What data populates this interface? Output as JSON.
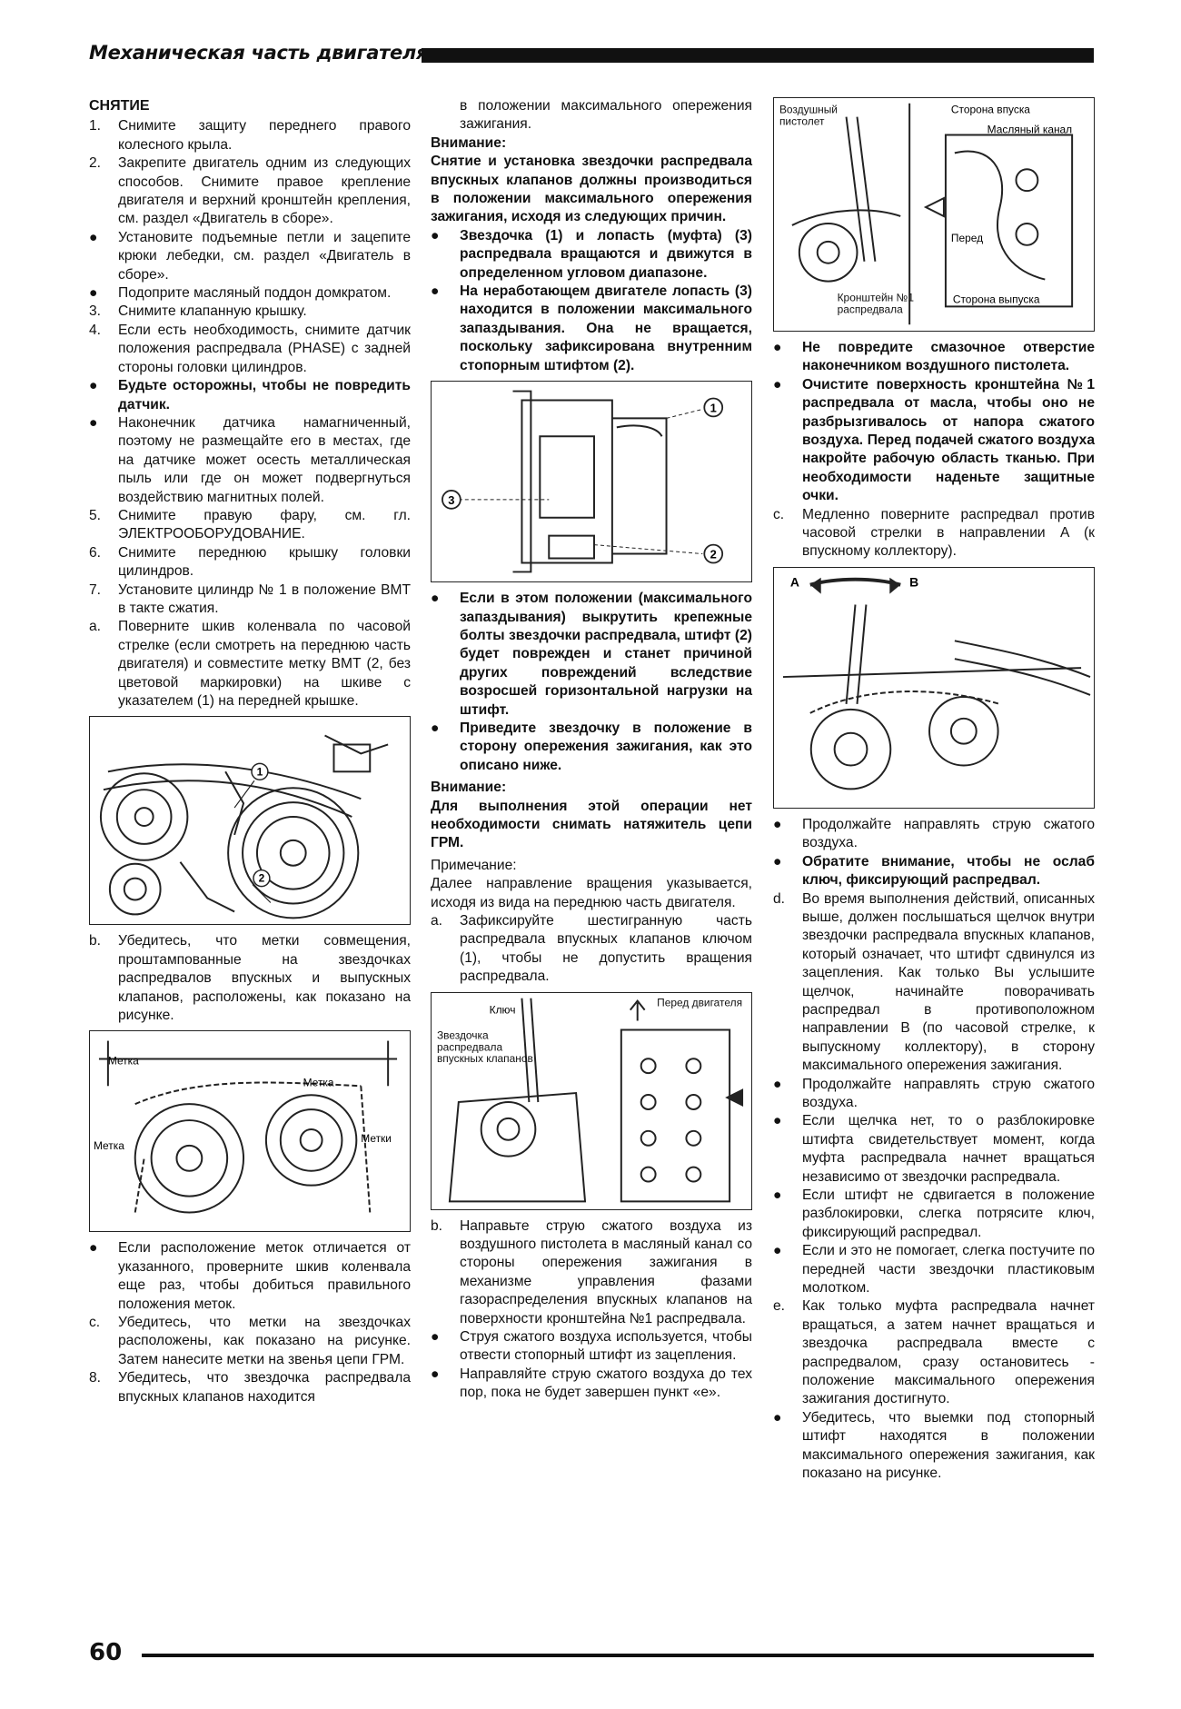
{
  "header": {
    "title": "Механическая часть двигателя"
  },
  "footer": {
    "page": "60"
  },
  "col1": {
    "heading": "СНЯТИЕ",
    "i1_m": "1.",
    "i1": "Снимите защиту переднего правого колесного крыла.",
    "i2_m": "2.",
    "i2": "Закрепите двигатель одним из следующих способов. Снимите правое крепление двигателя и верхний кронштейн крепления, см. раздел «Двигатель в сборе».",
    "i3": "Установите подъемные петли и зацепите крюки лебедки, см. раздел «Двигатель в сборе».",
    "i4": "Подоприте масляный поддон домкратом.",
    "i5_m": "3.",
    "i5": "Снимите клапанную крышку.",
    "i6_m": "4.",
    "i6": "Если есть необходимость, снимите датчик положения распредвала (PHASE) с задней стороны головки цилиндров.",
    "i7": "Будьте осторожны, чтобы не повредить датчик.",
    "i8": "Наконечник датчика намагниченный, поэтому не размещайте его в местах, где на датчике может осесть металлическая пыль или где он может подвергнуться воздействию магнитных полей.",
    "i9_m": "5.",
    "i9": "Снимите правую фару, см. гл. ЭЛЕКТРООБОРУДОВАНИЕ.",
    "i10_m": "6.",
    "i10": "Снимите переднюю крышку головки цилиндров.",
    "i11_m": "7.",
    "i11": "Установите цилиндр № 1 в положение ВМТ в такте сжатия.",
    "i12_m": "a.",
    "i12": "Поверните шкив коленвала по часовой стрелке (если смотреть на переднюю часть двигателя) и совместите метку ВМТ (2, без цветовой маркировки) на шкиве с указателем (1) на передней крышке.",
    "fig1_l1": "1",
    "fig1_l2": "2",
    "i13_m": "b.",
    "i13": "Убедитесь, что метки совмещения, проштампованные на звездочках распредвалов впускных и выпускных клапанов, расположены, как показано на рисунке.",
    "fig2_a": "Метка",
    "fig2_b": "Метка",
    "fig2_c": "Метка",
    "fig2_d": "Метки",
    "i14": "Если расположение меток отличается от указанного, проверните шкив коленвала еще раз, чтобы добиться правильного положения меток.",
    "i15_m": "c.",
    "i15": "Убедитесь, что метки на звездочках расположены, как показано на рисунке. Затем нанесите метки на звенья цепи ГРМ.",
    "i16_m": "8.",
    "i16": "Убедитесь, что звездочка распредвала впускных клапанов находится"
  },
  "col2": {
    "p1": "в положении максимального опережения зажигания.",
    "w1_h": "Внимание:",
    "w1": "Снятие и установка звездочки распредвала впускных клапанов должны производиться в положении максимального опережения зажигания, исходя из следующих причин.",
    "b1": "Звездочка (1) и лопасть (муфта) (3) распредвала вращаются и движутся в определенном угловом диапазоне.",
    "b2": "На неработающем двигателе лопасть (3) находится в положении максимального запаздывания. Она не вращается, поскольку зафиксирована внутренним стопорным штифтом (2).",
    "fig3_l1": "1",
    "fig3_l2": "2",
    "fig3_l3": "3",
    "b3": "Если в этом положении (максимального запаздывания) выкрутить крепежные болты звездочки распредвала, штифт (2) будет поврежден и станет причиной других повреждений вследствие возросшей горизонтальной нагрузки на штифт.",
    "b4": "Приведите звездочку в положение в сторону опережения зажигания, как это описано ниже.",
    "w2_h": "Внимание:",
    "w2": "Для выполнения этой операции нет необходимости снимать натяжитель цепи ГРМ.",
    "n_h": "Примечание:",
    "n": "Далее направление вращения указывается, исходя из вида на переднюю часть двигателя.",
    "a_m": "a.",
    "a": "Зафиксируйте шестигранную часть распредвала впускных клапанов ключом (1), чтобы не допустить вращения распредвала.",
    "fig4_key": "Ключ",
    "fig4_spr": "Звездочка распредвала впускных клапанов",
    "fig4_front": "Перед двигателя",
    "b_m": "b.",
    "b": "Направьте струю сжатого воздуха из воздушного пистолета в масляный канал со стороны опережения зажигания в механизме управления фазами газораспределения впускных клапанов на поверхности кронштейна №1 распредвала.",
    "b5": "Струя сжатого воздуха используется, чтобы отвести стопорный штифт из зацепления.",
    "b6": "Направляйте струю сжатого воздуха до тех пор, пока не будет завершен пункт «e»."
  },
  "col3": {
    "fig5_gun": "Воздушный пистолет",
    "fig5_in": "Сторона впуска",
    "fig5_oil": "Масляный канал",
    "fig5_front": "Перед",
    "fig5_br": "Кронштейн №1 распредвала",
    "fig5_out": "Сторона выпуска",
    "b1": "Не повредите смазочное отверстие наконечником воздушного пистолета.",
    "b2": "Очистите поверхность кронштейна №1 распредвала от масла, чтобы оно не разбрызгивалось от напора сжатого воздуха. Перед подачей сжатого воздуха накройте рабочую область тканью. При необходимости наденьте защитные очки.",
    "c_m": "c.",
    "c": "Медленно поверните распредвал против часовой стрелки в направлении A (к впускному коллектору).",
    "fig6_a": "A",
    "fig6_b": "B",
    "b3": "Продолжайте направлять струю сжатого воздуха.",
    "b4": "Обратите внимание, чтобы не ослаб ключ, фиксирующий распредвал.",
    "d_m": "d.",
    "d": "Во время выполнения действий, описанных выше, должен послышаться щелчок внутри звездочки распредвала впускных клапанов, который означает, что штифт сдвинулся из зацепления. Как только Вы услышите щелчок, начинайте поворачивать распредвал в противоположном направлении B (по часовой стрелке, к выпускному коллектору), в сторону максимального опережения зажигания.",
    "b5": "Продолжайте направлять струю сжатого воздуха.",
    "b6": "Если щелчка нет, то о разблокировке штифта свидетельствует момент, когда муфта распредвала начнет вращаться независимо от звездочки распредвала.",
    "b7": "Если штифт не сдвигается в положение разблокировки, слегка потрясите ключ, фиксирующий распредвал.",
    "b8": "Если и это не помогает, слегка постучите по передней части звездочки пластиковым молотком.",
    "e_m": "e.",
    "e": "Как только муфта распредвала начнет вращаться, а затем начнет вращаться и звездочка распредвала вместе с распредвалом, сразу остановитесь - положение максимального опережения зажигания достигнуто.",
    "b9": "Убедитесь, что выемки под стопорный штифт находятся в положении максимального опережения зажигания, как показано на рисунке."
  }
}
